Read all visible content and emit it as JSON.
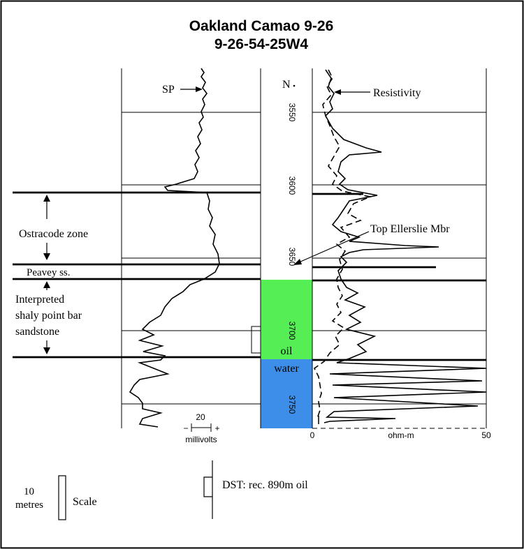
{
  "title": {
    "line1": "Oakland Camao 9-26",
    "line2": "9-26-54-25W4"
  },
  "labels": {
    "sp": "SP",
    "resistivity": "Resistivity",
    "north": "N",
    "ostracode": "Ostracode zone",
    "peavey": "Peavey ss.",
    "interp1": "Interpreted",
    "interp2": "shaly point bar",
    "interp3": "sandstone",
    "top_ellerslie": "Top Ellerslie Mbr",
    "oil": "oil",
    "water": "water"
  },
  "depths": [
    "3550",
    "3600",
    "3650",
    "3700",
    "3750"
  ],
  "sp_scale": {
    "value": "20",
    "unit": "millivolts",
    "minus": "−",
    "plus": "+"
  },
  "res_scale": {
    "min": "0",
    "unit": "ohm-m",
    "max": "50"
  },
  "legend": {
    "scale_value": "10",
    "scale_unit": "metres",
    "scale_label": "Scale",
    "dst_label": "DST: rec. 890m oil"
  },
  "colors": {
    "oil_zone": "#55ee55",
    "water_zone": "#3d8ee8",
    "line": "#000000"
  },
  "resistivity_scale_max": 50
}
